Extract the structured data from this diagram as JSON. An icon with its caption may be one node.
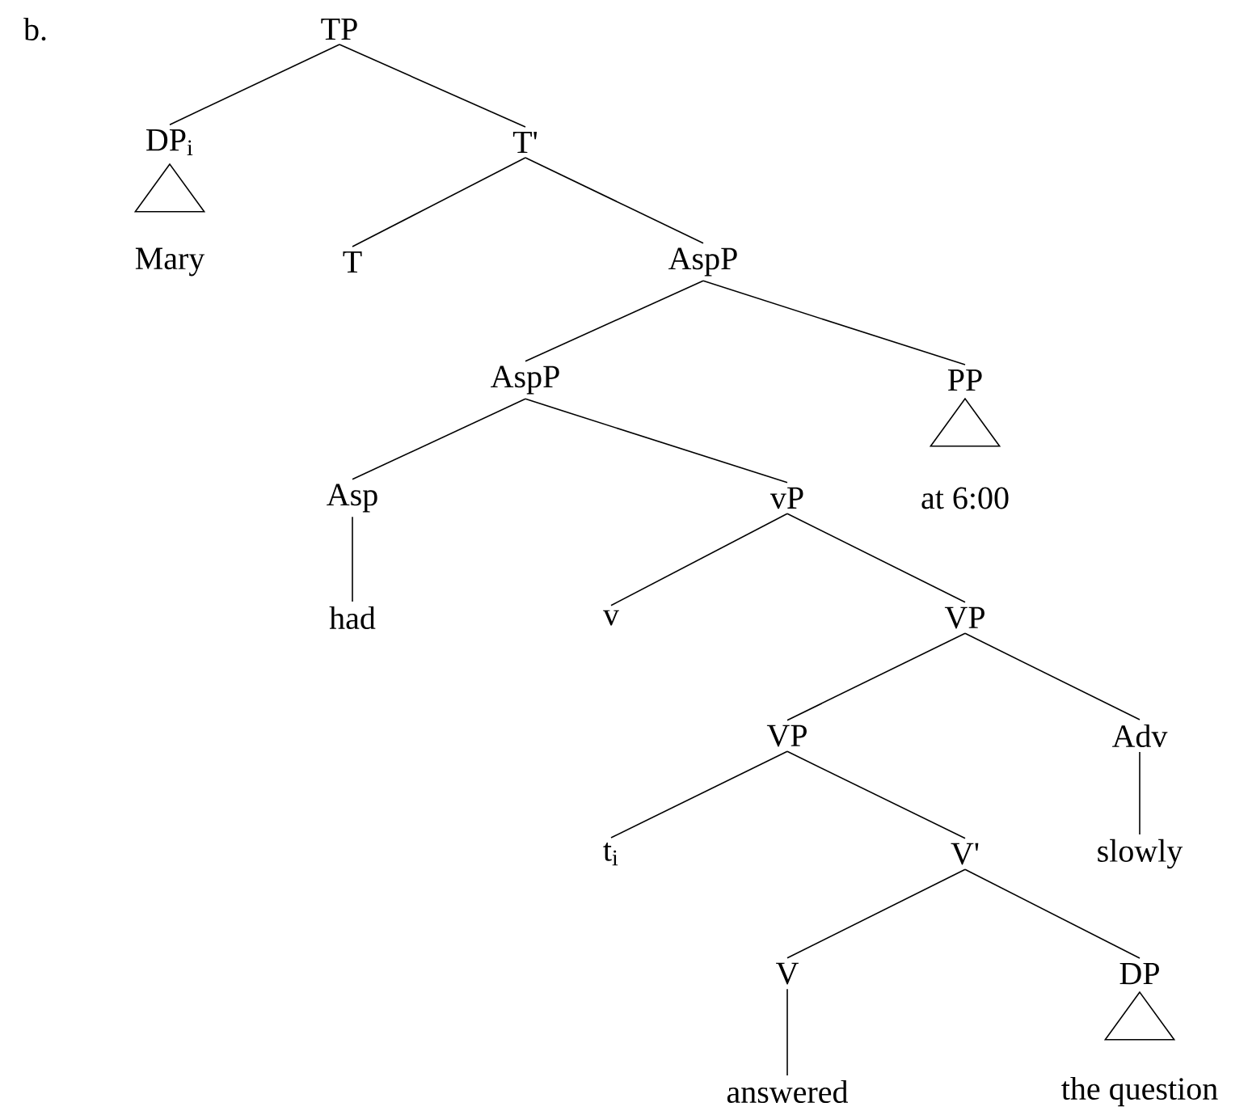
{
  "diagram": {
    "nodes": [
      {
        "text": [
          "TP"
        ]
      },
      {
        "text": [
          "DP$_{i}$"
        ]
      },
      {
        "text": [
          "Mary"
        ]
      },
      {
        "text": [
          "T'"
        ]
      },
      {
        "text": [
          "T"
        ]
      },
      {
        "text": [
          "AspP"
        ]
      },
      {
        "text": [
          "AspP"
        ]
      },
      {
        "text": [
          "PP"
        ]
      },
      {
        "text": [
          "at 6:00"
        ]
      },
      {
        "text": [
          "Asp"
        ]
      },
      {
        "text": [
          "had"
        ]
      },
      {
        "text": [
          "vP"
        ]
      },
      {
        "text": [
          "v"
        ]
      },
      {
        "text": [
          "VP"
        ]
      },
      {
        "text": [
          "VP"
        ]
      },
      {
        "text": [
          "Adv"
        ]
      },
      {
        "text": [
          "slowly"
        ]
      },
      {
        "text": [
          "t$_{i}$"
        ]
      },
      {
        "text": [
          "V'"
        ]
      },
      {
        "text": [
          "V"
        ]
      },
      {
        "text": [
          "answered"
        ]
      },
      {
        "text": [
          "DP"
        ]
      },
      {
        "text": [
          "the question"
        ]
      },
      {
        "text": [],
        "shape": "triangle"
      },
      {
        "text": [],
        "shape": "triangle"
      },
      {
        "text": [],
        "shape": "triangle"
      }
    ],
    "edges": [
      {
        "from": 0,
        "to": 1,
        "arrow": "none"
      },
      {
        "from": 0,
        "to": 3,
        "arrow": "none"
      },
      {
        "from": 3,
        "to": 4,
        "arrow": "none"
      },
      {
        "from": 3,
        "to": 5,
        "arrow": "none"
      },
      {
        "from": 5,
        "to": 6,
        "arrow": "none"
      },
      {
        "from": 5,
        "to": 7,
        "arrow": "none"
      },
      {
        "from": 6,
        "to": 9,
        "arrow": "none"
      },
      {
        "from": 6,
        "to": 11,
        "arrow": "none"
      },
      {
        "from": 9,
        "to": 10,
        "arrow": "none"
      },
      {
        "from": 11,
        "to": 12,
        "arrow": "none"
      },
      {
        "from": 11,
        "to": 13,
        "arrow": "none"
      },
      {
        "from": 13,
        "to": 14,
        "arrow": "none"
      },
      {
        "from": 13,
        "to": 15,
        "arrow": "none"
      },
      {
        "from": 15,
        "to": 16,
        "arrow": "none"
      },
      {
        "from": 14,
        "to": 17,
        "arrow": "none"
      },
      {
        "from": 14,
        "to": 18,
        "arrow": "none"
      },
      {
        "from": 18,
        "to": 19,
        "arrow": "none"
      },
      {
        "from": 18,
        "to": 21,
        "arrow": "none"
      },
      {
        "from": 19,
        "to": 20,
        "arrow": "none"
      }
    ],
    "labels": [
      "b."
    ]
  }
}
